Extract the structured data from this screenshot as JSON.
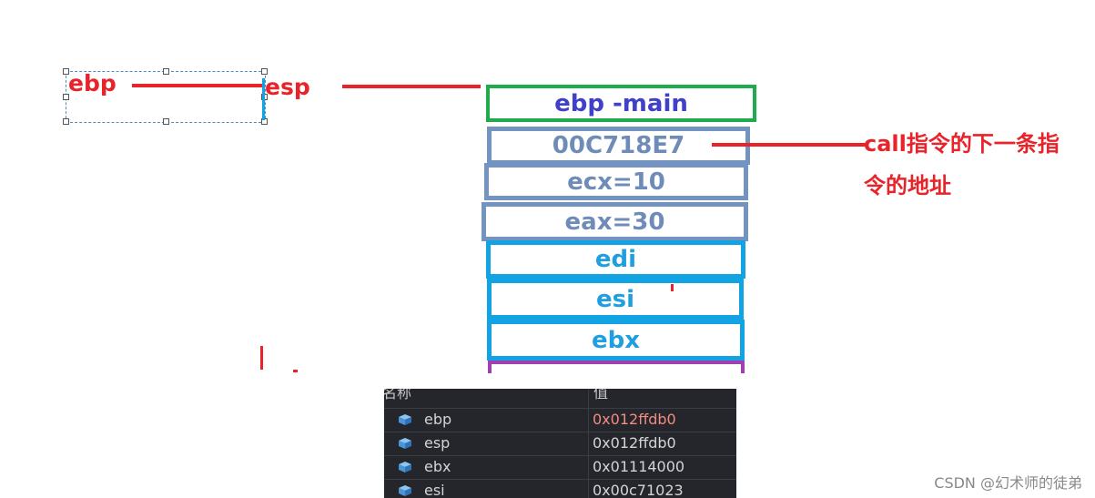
{
  "colors": {
    "red": "#e8232a",
    "green": "#1faa4b",
    "indigo": "#4040c8",
    "slate": "#7393c0",
    "slate_text": "#6f8cb8",
    "cyan": "#12a3e3",
    "cyan_text": "#1f9fe0",
    "purple": "#a040b0"
  },
  "pointers": {
    "ebp_label": "ebp",
    "esp_label": "esp"
  },
  "stack": {
    "cells": [
      {
        "text": "ebp   -main",
        "style": "green"
      },
      {
        "text": "00C718E7",
        "style": "slate"
      },
      {
        "text": "ecx=10",
        "style": "slate"
      },
      {
        "text": "eax=30",
        "style": "slate"
      },
      {
        "text": "edi",
        "style": "cyan"
      },
      {
        "text": "esi",
        "style": "cyan"
      },
      {
        "text": "ebx",
        "style": "cyan"
      }
    ]
  },
  "annotation": {
    "line1": "call指令的下一条指",
    "line2": "令的地址"
  },
  "registers": {
    "header_name": "名称",
    "header_value": "值",
    "rows": [
      {
        "name": "ebp",
        "value": "0x012ffdb0",
        "changed": true
      },
      {
        "name": "esp",
        "value": "0x012ffdb0",
        "changed": false
      },
      {
        "name": "ebx",
        "value": "0x01114000",
        "changed": false
      },
      {
        "name": "esi",
        "value": "0x00c71023",
        "changed": false
      }
    ]
  },
  "watermark": "CSDN @幻术师的徒弟"
}
